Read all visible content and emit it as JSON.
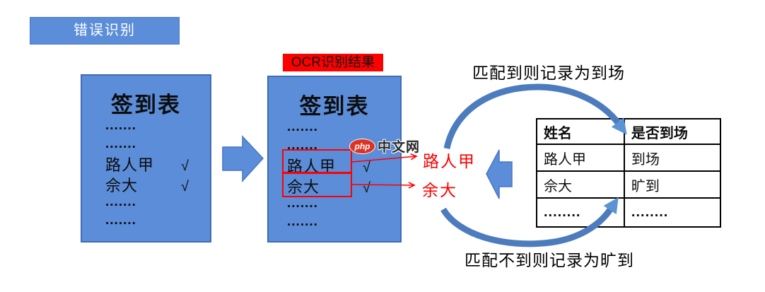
{
  "colors": {
    "panel_blue": "#5b8dd9",
    "panel_border": "#3f6cb5",
    "block_arrow_border": "#4777c6",
    "arc_blue": "#4d7cbe",
    "arc_head_blue": "#5b93d4",
    "red": "#ff0000",
    "label_bg": "#ff0000",
    "php_red": "#dc3323"
  },
  "badge": {
    "label": "错误识别"
  },
  "panels": {
    "left": {
      "title": "签到表",
      "lines": {
        "dots1": ".......",
        "dots2": ".......",
        "name1": "路人甲",
        "check1": "√",
        "name2": "佘大",
        "check2": "√",
        "dots3": ".......",
        "dots4": "......."
      }
    },
    "ocr": {
      "label": "OCR识别结果",
      "title": "签到表",
      "lines": {
        "dots1": ".......",
        "dots2": ".......",
        "name1": "路人甲",
        "check1": "√",
        "name2": "佘大",
        "check2": "√",
        "dots3": ".......",
        "dots4": "......."
      }
    }
  },
  "ocr_results": {
    "line1": "路人甲",
    "line2": "余大"
  },
  "watermark": {
    "logo": "php",
    "site": "中文网"
  },
  "annotations": {
    "top": "匹配到则记录为到场",
    "bottom": "匹配不到则记录为旷到"
  },
  "attendance_table": {
    "headers": [
      "姓名",
      "是否到场"
    ],
    "rows": [
      [
        "路人甲",
        "到场"
      ],
      [
        "佘大",
        "旷到"
      ],
      [
        "........",
        "........"
      ]
    ]
  }
}
